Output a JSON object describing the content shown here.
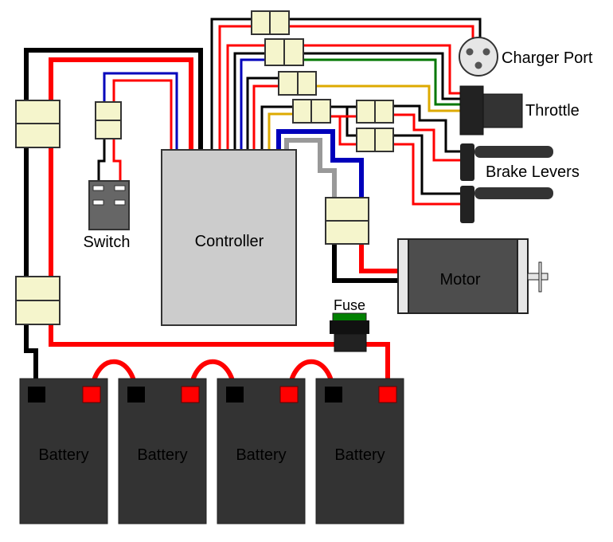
{
  "labels": {
    "charger_port": "Charger Port",
    "throttle": "Throttle",
    "brake_levers": "Brake Levers",
    "switch": "Switch",
    "controller": "Controller",
    "motor": "Motor",
    "fuse": "Fuse",
    "battery": [
      "Battery",
      "Battery",
      "Battery",
      "Battery"
    ]
  },
  "colors": {
    "wire_black": "#000000",
    "wire_red": "#ff0000",
    "wire_blue": "#0000bb",
    "wire_green": "#007700",
    "wire_yellow": "#ddaa00",
    "wire_gray": "#999999",
    "connector": "#f5f5cc",
    "controller": "#cccccc",
    "battery": "#333333",
    "motor": "#4d4d4d",
    "fuse_cap": "#008000"
  }
}
